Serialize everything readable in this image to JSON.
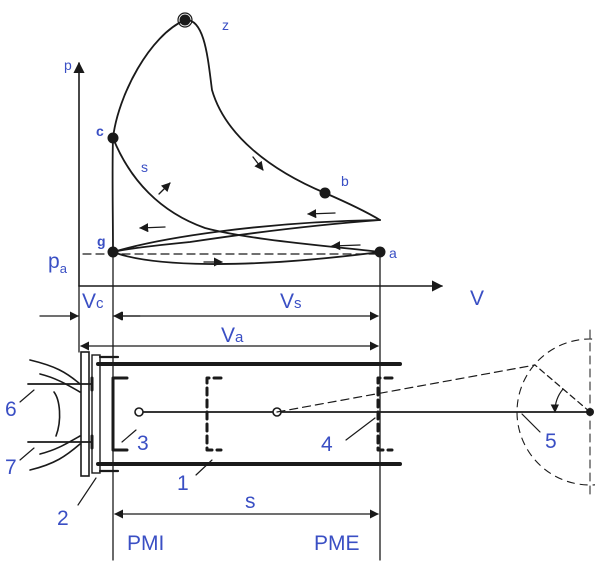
{
  "diagram": {
    "pv_chart": {
      "axis_y_label": "p",
      "axis_x_label": "V",
      "pressure_marker": "p",
      "pressure_marker_sub": "a",
      "points": {
        "z": "z",
        "c": "c",
        "b": "b",
        "a": "a",
        "g": "g",
        "s": "s"
      },
      "volumes": {
        "vc": "V",
        "vc_sub": "c",
        "vs": "V",
        "vs_sub": "s",
        "va": "V",
        "va_sub": "a"
      }
    },
    "engine": {
      "parts": [
        "1",
        "2",
        "3",
        "4",
        "5",
        "6",
        "7"
      ],
      "stroke_label": "s",
      "tdc_label": "PMI",
      "bdc_label": "PME"
    },
    "colors": {
      "ink": "#1a1a1a",
      "label": "#3a4fc4"
    }
  }
}
